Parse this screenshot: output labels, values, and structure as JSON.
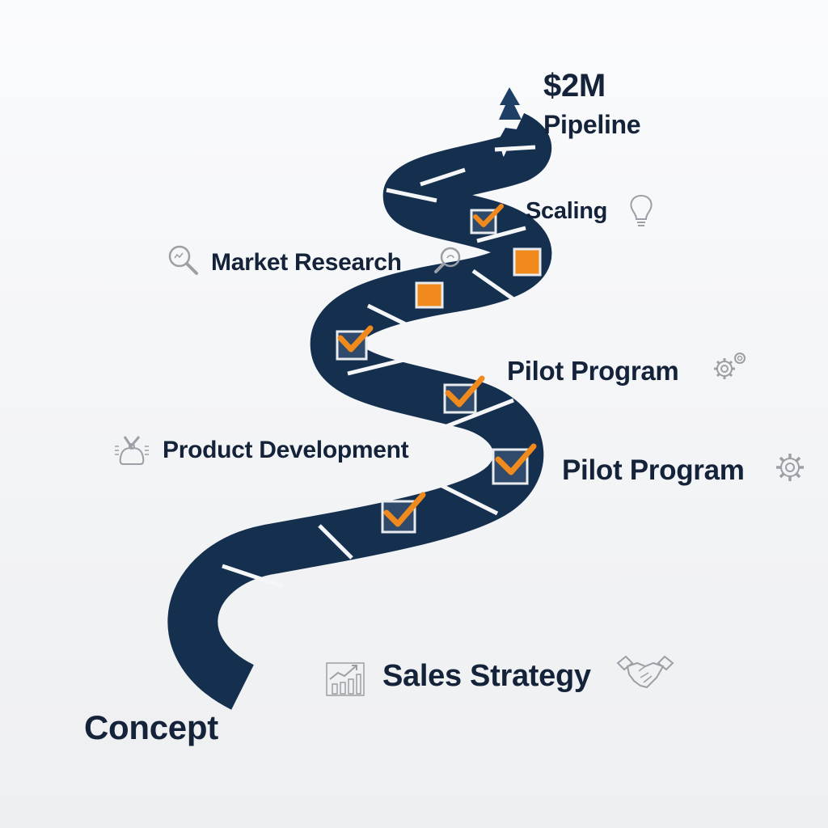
{
  "goal": {
    "amount": "$2M",
    "label": "Pipeline"
  },
  "milestones": [
    {
      "label": "Concept",
      "icon": "none"
    },
    {
      "label": "Sales Strategy",
      "left_icon": "chart-growth-icon",
      "right_icon": "handshake-icon"
    },
    {
      "label": "Product Development",
      "left_icon": "joystick-icon"
    },
    {
      "label": "Pilot Program",
      "right_icon": "gear-icon"
    },
    {
      "label": "Pilot Program",
      "right_icon": "gears-icon"
    },
    {
      "label": "Market Research",
      "left_icon": "magnifier-icon",
      "right_icon": "magnifier-icon"
    },
    {
      "label": "Scaling",
      "right_icon": "lightbulb-icon"
    }
  ],
  "checkpoints": [
    {
      "state": "checked"
    },
    {
      "state": "checked"
    },
    {
      "state": "checked"
    },
    {
      "state": "checked"
    },
    {
      "state": "pending"
    },
    {
      "state": "pending"
    },
    {
      "state": "checked"
    }
  ],
  "colors": {
    "road": "#15304f",
    "accent": "#f08a1c",
    "text": "#14233a",
    "icon_stroke": "#9aa0a6",
    "checkbox_fill": "#2f4a6b"
  }
}
